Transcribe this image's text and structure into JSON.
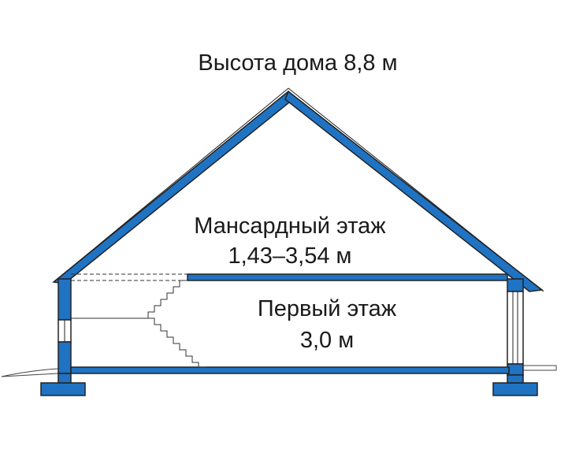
{
  "diagram": {
    "title": "Высота дома 8,8 м",
    "attic_floor": {
      "name": "Мансардный этаж",
      "height": "1,43–3,54 м"
    },
    "first_floor": {
      "name": "Первый этаж",
      "height": "3,0 м"
    },
    "colors": {
      "structure_fill": "#1f73c2",
      "outline": "#222222",
      "line": "#333333",
      "background": "#ffffff"
    }
  }
}
